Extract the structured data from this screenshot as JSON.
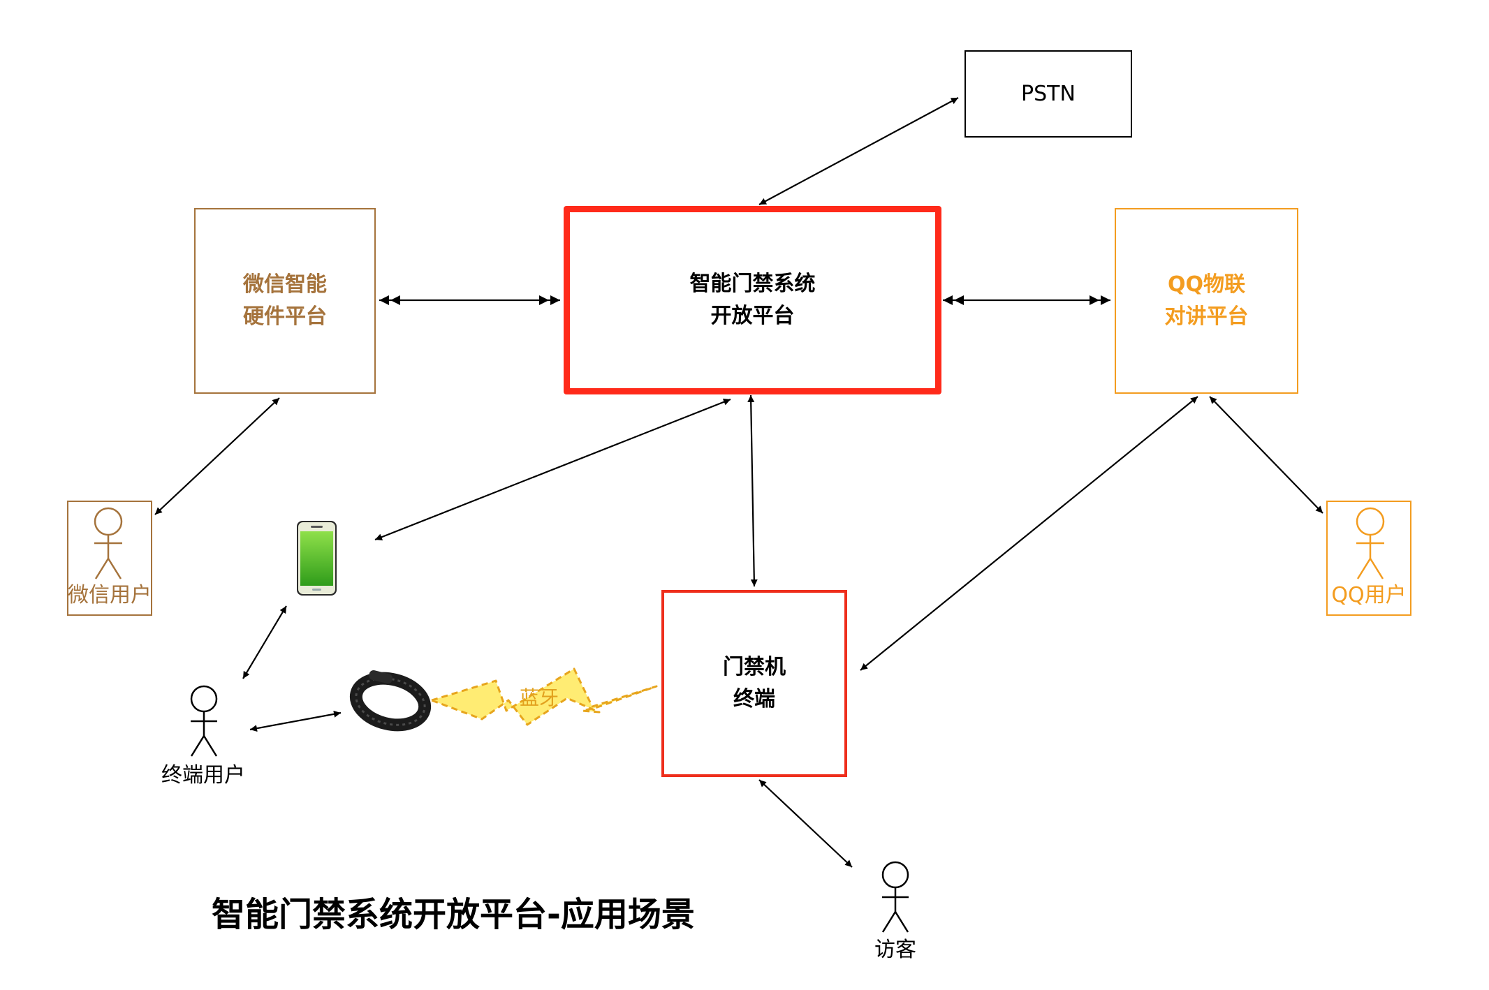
{
  "nodes": {
    "pstn": {
      "label": "PSTN",
      "color": "#000000"
    },
    "platform": {
      "line1": "智能门禁系统",
      "line2": "开放平台",
      "color": "#000000",
      "border": "#ff2a1a"
    },
    "wechat_hw": {
      "line1": "微信智能",
      "line2": "硬件平台",
      "color": "#a5733c"
    },
    "qq_iot": {
      "line1": "QQ物联",
      "line2": "对讲平台",
      "color": "#f39c1f"
    },
    "terminal": {
      "line1": "门禁机",
      "line2": "终端",
      "color": "#000000",
      "border": "#ee2e1c"
    }
  },
  "actors": {
    "wechat_user": "微信用户",
    "qq_user": "QQ用户",
    "end_user": "终端用户",
    "visitor": "访客"
  },
  "bluetooth_label": "蓝牙",
  "icons": {
    "phone": "smartphone-icon",
    "band": "fitness-band-icon",
    "bolt": "lightning-bolt-icon"
  },
  "title": "智能门禁系统开放平台-应用场景"
}
